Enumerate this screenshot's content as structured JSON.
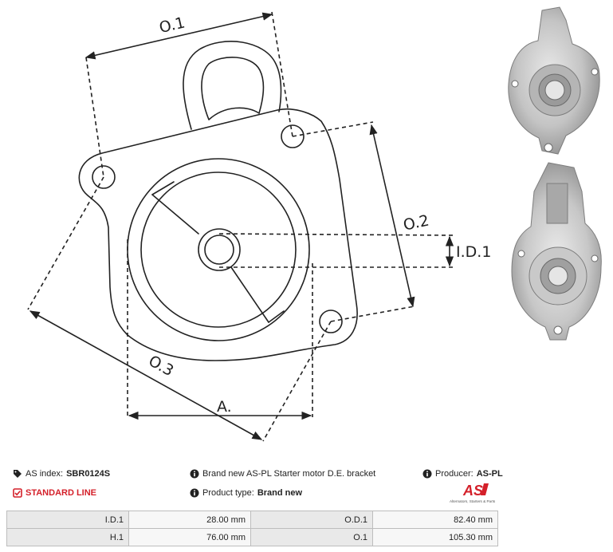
{
  "diagram": {
    "labels": {
      "o1": "O.1",
      "o2": "O.2",
      "o3": "O.3",
      "id1": "I.D.1",
      "a": "A."
    }
  },
  "info": {
    "as_index_label": "AS index:",
    "as_index_value": "SBR0124S",
    "description": "Brand new AS-PL Starter motor D.E. bracket",
    "producer_label": "Producer:",
    "producer_value": "AS-PL",
    "line_label": "STANDARD LINE",
    "product_type_label": "Product type:",
    "product_type_value": "Brand new",
    "logo_text": "AS",
    "logo_tagline": "Alternators, Starters & Parts"
  },
  "specs": {
    "rows": [
      {
        "label1": "I.D.1",
        "value1": "28.00 mm",
        "label2": "O.D.1",
        "value2": "82.40 mm"
      },
      {
        "label1": "H.1",
        "value1": "76.00  mm",
        "label2": "O.1",
        "value2": "105.30 mm"
      }
    ]
  },
  "icons": {
    "tag": "tag-icon",
    "info": "info-icon",
    "check": "checkbox-icon"
  },
  "colors": {
    "accent_red": "#d4202a",
    "table_label_bg": "#e9e9e9",
    "table_value_bg": "#f7f7f7"
  }
}
